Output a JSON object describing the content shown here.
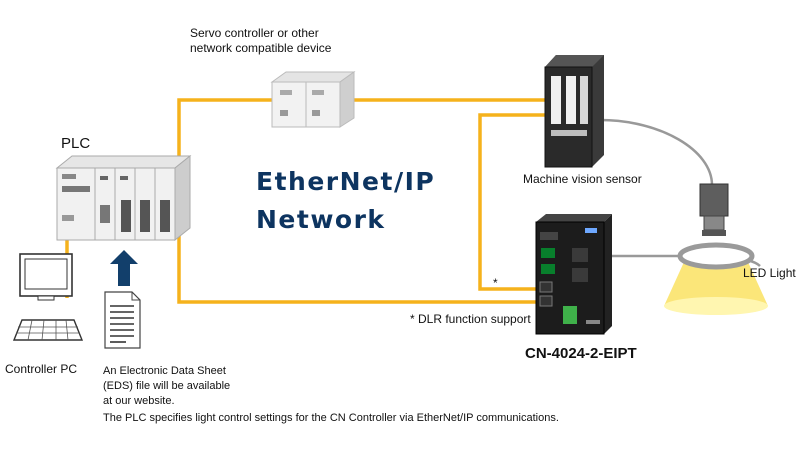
{
  "network": {
    "title_line1": "EtherNet/IP",
    "title_line2": "Network",
    "cable_color": "#f5b21c",
    "title_color": "#0d3460"
  },
  "devices": {
    "plc": "PLC",
    "servo_line1": "Servo controller or other",
    "servo_line2": "network compatible device",
    "vision_sensor": "Machine vision sensor",
    "led_light": "LED Light",
    "controller_pc": "Controller PC",
    "cn_controller": "CN-4024-2-EIPT"
  },
  "notes": {
    "asterisk": "*",
    "dlr": "* DLR  function support",
    "eds_line1": "An Electronic Data Sheet",
    "eds_line2": "(EDS) file will be available",
    "eds_line3": "at our website.",
    "footer": "The PLC specifies light control settings for the CN Controller via EtherNet/IP communications."
  },
  "icons": [
    "plc-icon",
    "servo-controller-icon",
    "vision-sensor-icon",
    "camera-icon",
    "ring-light-icon",
    "controller-pc-icon",
    "document-icon",
    "arrow-up-icon",
    "cn-controller-icon"
  ]
}
